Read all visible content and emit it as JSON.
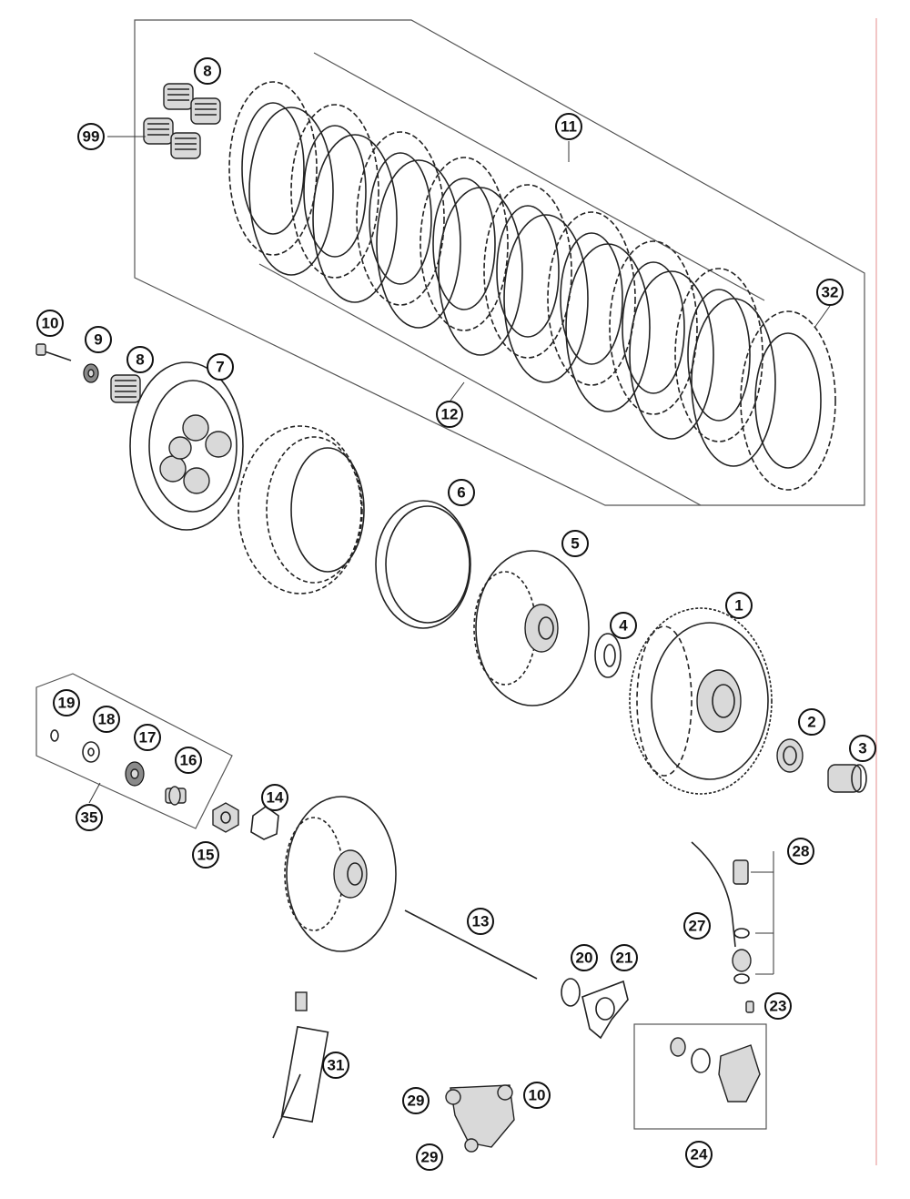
{
  "callouts": {
    "c1": "1",
    "c2": "2",
    "c3": "3",
    "c4": "4",
    "c5": "5",
    "c6": "6",
    "c7": "7",
    "c8a": "8",
    "c8b": "8",
    "c9": "9",
    "c10a": "10",
    "c10b": "10",
    "c11": "11",
    "c12": "12",
    "c13": "13",
    "c14": "14",
    "c15": "15",
    "c16": "16",
    "c17": "17",
    "c18": "18",
    "c19": "19",
    "c20": "20",
    "c21": "21",
    "c23": "23",
    "c24": "24",
    "c27": "27",
    "c28": "28",
    "c29a": "29",
    "c29b": "29",
    "c31": "31",
    "c32": "32",
    "c35": "35",
    "c99": "99"
  }
}
